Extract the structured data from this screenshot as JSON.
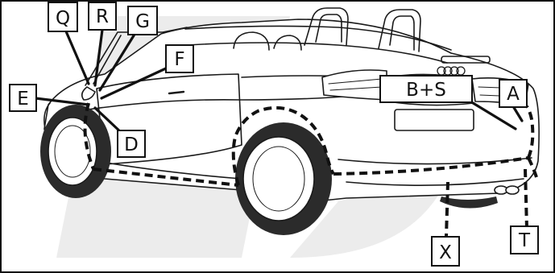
{
  "labels": {
    "Q": "Q",
    "R": "R",
    "G": "G",
    "F": "F",
    "E": "E",
    "D": "D",
    "BS": "B+S",
    "A": "A",
    "X": "X",
    "T": "T"
  },
  "colors": {
    "frame": "#111111",
    "background": "#ffffff",
    "watermark": "#ececec",
    "car_outline": "#1a1a1a",
    "tire": "#2b2b2b",
    "dashed_line": "#111111"
  },
  "icons": {
    "car": "convertible-car-rear-three-quarter-icon"
  }
}
